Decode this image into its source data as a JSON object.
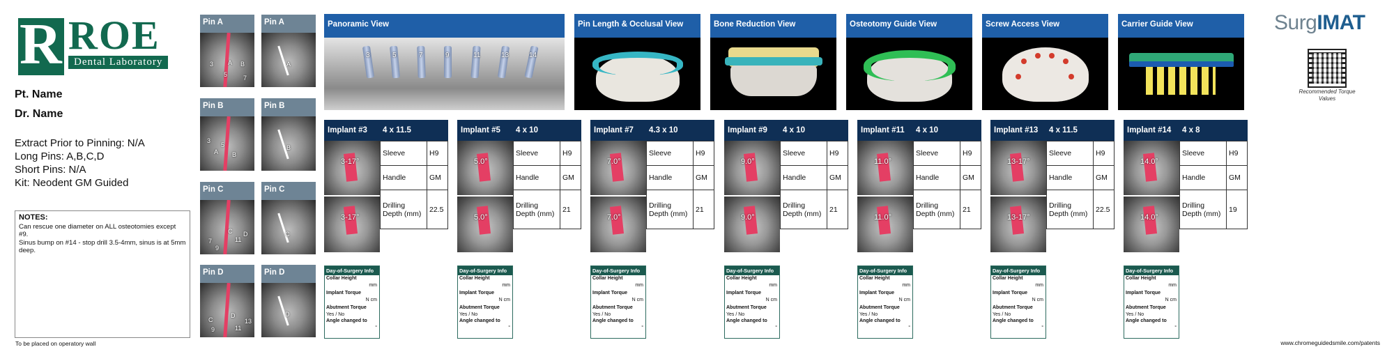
{
  "logo": {
    "letter": "R",
    "word": "ROE",
    "sub": "Dental Laboratory"
  },
  "patient": {
    "pt_label": "Pt. Name",
    "dr_label": "Dr. Name"
  },
  "facts": [
    "Extract Prior to Pinning: N/A",
    "Long Pins: A,B,C,D",
    "Short Pins: N/A",
    "Kit: Neodent GM Guided"
  ],
  "notes": {
    "title": "NOTES:",
    "lines": [
      "Can rescue one diameter on ALL osteotomies except #9.",
      "Sinus bump on #14 - stop drill 3.5-4mm, sinus is at 5mm deep."
    ]
  },
  "footer": {
    "left": "To be placed on operatory wall",
    "right": "www.chromeguidedsmile.com/patents"
  },
  "pins": [
    {
      "title": "Pin A",
      "labels": [
        "3",
        "A",
        "5",
        "B",
        "7"
      ]
    },
    {
      "title": "Pin A",
      "labels": [
        "A"
      ]
    },
    {
      "title": "Pin B",
      "labels": [
        "3",
        "A",
        "5",
        "B"
      ]
    },
    {
      "title": "Pin B",
      "labels": [
        "B"
      ]
    },
    {
      "title": "Pin C",
      "labels": [
        "7",
        "9",
        "C",
        "11",
        "D"
      ]
    },
    {
      "title": "Pin C",
      "labels": [
        "C"
      ]
    },
    {
      "title": "Pin D",
      "labels": [
        "C",
        "9",
        "D",
        "11",
        "13"
      ]
    },
    {
      "title": "Pin D",
      "labels": [
        "D"
      ]
    }
  ],
  "views": [
    {
      "title": "Panoramic View",
      "teeth": [
        "3",
        "5",
        "7",
        "9",
        "11",
        "13",
        "14"
      ]
    },
    {
      "title": "Pin Length & Occlusal View"
    },
    {
      "title": "Bone Reduction View"
    },
    {
      "title": "Osteotomy Guide View"
    },
    {
      "title": "Screw Access View"
    },
    {
      "title": "Carrier Guide View"
    }
  ],
  "brand": {
    "pre": "Surg",
    "post": "MAT",
    "mark": "I"
  },
  "qr_caption": "Recommended Torque Values",
  "table_labels": {
    "sleeve": "Sleeve",
    "handle": "Handle",
    "depth": "Drilling Depth (mm)"
  },
  "implants": [
    {
      "name": "Implant #3",
      "size": "4 x 11.5",
      "angle": "3-17°",
      "sleeve": "H9",
      "handle": "GM",
      "depth": "22.5"
    },
    {
      "name": "Implant #5",
      "size": "4 x 10",
      "angle": "5.0°",
      "sleeve": "H9",
      "handle": "GM",
      "depth": "21"
    },
    {
      "name": "Implant #7",
      "size": "4.3 x 10",
      "angle": "7.0°",
      "sleeve": "H9",
      "handle": "GM",
      "depth": "21"
    },
    {
      "name": "Implant #9",
      "size": "4 x 10",
      "angle": "9.0°",
      "sleeve": "H9",
      "handle": "GM",
      "depth": "21"
    },
    {
      "name": "Implant #11",
      "size": "4 x 10",
      "angle": "11.0°",
      "sleeve": "H9",
      "handle": "GM",
      "depth": "21"
    },
    {
      "name": "Implant #13",
      "size": "4 x 11.5",
      "angle": "13-17°",
      "sleeve": "H9",
      "handle": "GM",
      "depth": "22.5"
    },
    {
      "name": "Implant #14",
      "size": "4 x 8",
      "angle": "14.0°",
      "sleeve": "H9",
      "handle": "GM",
      "depth": "19"
    }
  ],
  "dos_form": {
    "title": "Day-of-Surgery Info",
    "collar": "Collar Height",
    "mm": "mm",
    "torque": "Implant Torque",
    "ncm": "N cm",
    "abutment": "Abutment Torque",
    "yesno": "Yes   /   No",
    "angle": "Angle changed to",
    "deg": "°"
  },
  "colors": {
    "view_header": "#1f5fa8",
    "card_header": "#0f2f55",
    "pin_header": "#6e8495",
    "logo_green": "#12694f",
    "implant_red": "#e43f64"
  }
}
